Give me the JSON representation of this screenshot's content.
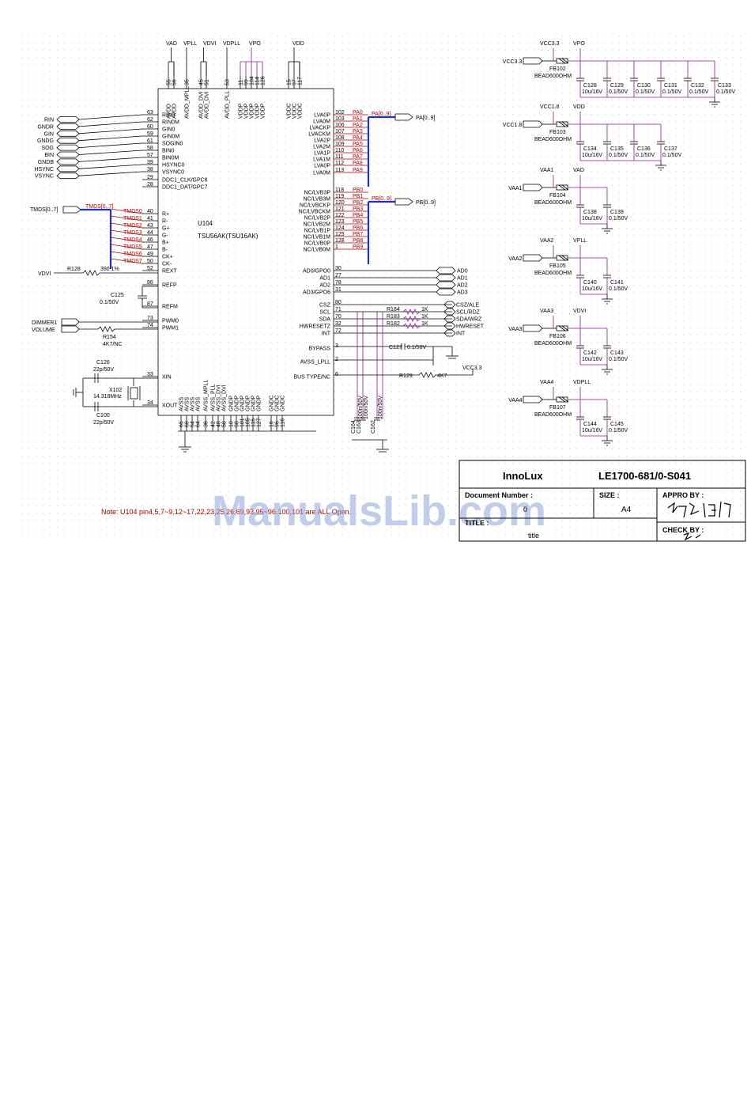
{
  "ic": {
    "ref": "U104",
    "part": "TSU56AK(TSU16AK)",
    "left_pins": [
      {
        "num": "63",
        "name": "RIN0"
      },
      {
        "num": "62",
        "name": "RIN0M"
      },
      {
        "num": "60",
        "name": "GIN0"
      },
      {
        "num": "59",
        "name": "GIN0M"
      },
      {
        "num": "61",
        "name": "SOGIN0"
      },
      {
        "num": "58",
        "name": "BIN0"
      },
      {
        "num": "57",
        "name": "BIN0M"
      },
      {
        "num": "39",
        "name": "HSYNC0"
      },
      {
        "num": "38",
        "name": "VSYNC0"
      },
      {
        "num": "29",
        "name": "DDC1_CLK/GPC6"
      },
      {
        "num": "28",
        "name": "DDC1_DAT/GPC7"
      },
      {
        "num": "40",
        "name": "R+"
      },
      {
        "num": "41",
        "name": "R-"
      },
      {
        "num": "43",
        "name": "G+"
      },
      {
        "num": "44",
        "name": "G-"
      },
      {
        "num": "46",
        "name": "B+"
      },
      {
        "num": "47",
        "name": "B-"
      },
      {
        "num": "49",
        "name": "CK+"
      },
      {
        "num": "50",
        "name": "CK-"
      },
      {
        "num": "52",
        "name": "REXT"
      },
      {
        "num": "86",
        "name": "REFP"
      },
      {
        "num": "87",
        "name": "REFM"
      },
      {
        "num": "73",
        "name": "PWM0"
      },
      {
        "num": "74",
        "name": "PWM1"
      },
      {
        "num": "33",
        "name": "XIN"
      },
      {
        "num": "34",
        "name": "XOUT"
      }
    ],
    "right_pins": [
      {
        "num": "102",
        "name": "LVA0P",
        "net": "PA0"
      },
      {
        "num": "103",
        "name": "LVA0M",
        "net": "PA1"
      },
      {
        "num": "106",
        "name": "LVACKP",
        "net": "PA2"
      },
      {
        "num": "107",
        "name": "LVACKM",
        "net": "PA3"
      },
      {
        "num": "108",
        "name": "LVA2P",
        "net": "PA4"
      },
      {
        "num": "109",
        "name": "LVA2M",
        "net": "PA5"
      },
      {
        "num": "110",
        "name": "LVA1P",
        "net": "PA6"
      },
      {
        "num": "111",
        "name": "LVA1M",
        "net": "PA7"
      },
      {
        "num": "112",
        "name": "LVA0P",
        "net": "PA8"
      },
      {
        "num": "113",
        "name": "LVA0M",
        "net": "PA9"
      },
      {
        "num": "118",
        "name": "NC/LVB3P",
        "net": "PB0"
      },
      {
        "num": "119",
        "name": "NC/LVB3M",
        "net": "PB1"
      },
      {
        "num": "120",
        "name": "NC/LVBCKP",
        "net": "PB2"
      },
      {
        "num": "121",
        "name": "NC/LVBCKM",
        "net": "PB3"
      },
      {
        "num": "122",
        "name": "NC/LVB2P",
        "net": "PB4"
      },
      {
        "num": "123",
        "name": "NC/LVB2M",
        "net": "PB5"
      },
      {
        "num": "124",
        "name": "NC/LVB1P",
        "net": "PB6"
      },
      {
        "num": "125",
        "name": "NC/LVB1M",
        "net": "PB7"
      },
      {
        "num": "128",
        "name": "NC/LVB0P",
        "net": "PB8"
      },
      {
        "num": "1",
        "name": "NC/LVB0M",
        "net": "PB9"
      },
      {
        "num": "30",
        "name": "AD0/GPO0",
        "net": "AD0"
      },
      {
        "num": "27",
        "name": "AD1",
        "net": "AD1"
      },
      {
        "num": "78",
        "name": "AD2",
        "net": "AD2"
      },
      {
        "num": "31",
        "name": "AD3/GPO6",
        "net": "AD3"
      },
      {
        "num": "80",
        "name": "CSZ",
        "net": ""
      },
      {
        "num": "71",
        "name": "SCL",
        "net": ""
      },
      {
        "num": "70",
        "name": "SDA",
        "net": ""
      },
      {
        "num": "32",
        "name": "HWRESETZ",
        "net": ""
      },
      {
        "num": "72",
        "name": "INT",
        "net": ""
      },
      {
        "num": "3",
        "name": "BYPASS",
        "net": ""
      },
      {
        "num": "2",
        "name": "AVSS_LPLL",
        "net": ""
      },
      {
        "num": "6",
        "name": "BUS TYPE/NC",
        "net": ""
      }
    ],
    "top_pins": [
      {
        "num": "55",
        "name": "AVDD"
      },
      {
        "num": "56",
        "name": "AVDD"
      },
      {
        "num": "35",
        "name": "AVDD_MPLL"
      },
      {
        "num": "45",
        "name": "AVDD_DVI"
      },
      {
        "num": "51",
        "name": "AVDD_DVI"
      },
      {
        "num": "53",
        "name": "AVDD_PLL"
      },
      {
        "num": "11",
        "name": "VDDP"
      },
      {
        "num": "99",
        "name": "VDDP"
      },
      {
        "num": "104",
        "name": "VDDP"
      },
      {
        "num": "114",
        "name": "VDDP"
      },
      {
        "num": "126",
        "name": "VDDP"
      },
      {
        "num": "15",
        "name": "VDDC"
      },
      {
        "num": "97",
        "name": "VDDC"
      },
      {
        "num": "117",
        "name": "VDDC"
      }
    ],
    "bottom_pins": [
      {
        "num": "65",
        "name": "AVSS"
      },
      {
        "num": "66",
        "name": "AVSS"
      },
      {
        "num": "54",
        "name": "AVSS"
      },
      {
        "num": "64",
        "name": "AVSS"
      },
      {
        "num": "36",
        "name": "AVSS_MPLL"
      },
      {
        "num": "42",
        "name": "AVSS_PLL"
      },
      {
        "num": "48",
        "name": "AVSS_DVI"
      },
      {
        "num": "58",
        "name": "AVSS_DVI"
      },
      {
        "num": "10",
        "name": "GNDP"
      },
      {
        "num": "98",
        "name": "GNDP"
      },
      {
        "num": "101",
        "name": "GNDP"
      },
      {
        "num": "105",
        "name": "GNDP"
      },
      {
        "num": "115",
        "name": "GNDP"
      },
      {
        "num": "127",
        "name": "GNDP"
      },
      {
        "num": "16",
        "name": "GNDC"
      },
      {
        "num": "96",
        "name": "GNDC"
      },
      {
        "num": "116",
        "name": "GNDC"
      }
    ]
  },
  "rails_top": [
    "VAD",
    "VPLL",
    "VDVI",
    "VDPLL",
    "VPO",
    "VDD"
  ],
  "left_signals": [
    "RIN",
    "GNDR",
    "GIN",
    "GNDG",
    "SOG",
    "BIN",
    "GNDB",
    "HSYNC",
    "VSYNC"
  ],
  "tmds": {
    "bus": "TMDS[0..7]",
    "bus_short": "TMDS[0..7]",
    "nets": [
      "TMDS0",
      "TMDS1",
      "TMDS2",
      "TMDS3",
      "TMDS4",
      "TMDS5",
      "TMDS6",
      "TMDS7"
    ]
  },
  "left_parts": {
    "vdvi": "VDVI",
    "r128": "R128",
    "r128_val": "390 1%",
    "c125": "C125",
    "c125_val": "0.1/50V",
    "dimmer": "DIMMER1",
    "volume": "VOLUME",
    "r154": "R154",
    "r154_val": "4K7/NC",
    "c126": "C126",
    "c126_val": "22p/50V",
    "x102": "X102",
    "x102_val": "14.318MHz",
    "c100": "C100",
    "c100_val": "22p/50V"
  },
  "bus_outputs": {
    "pa": "PA[0..9]",
    "pb": "PB[0..9]",
    "pa_label": "PA[0..9]",
    "pb_label": "PB[0..9]"
  },
  "ad_outputs": [
    "AD0",
    "AD1",
    "AD2",
    "AD3"
  ],
  "ctrl_outputs": [
    "CSZ/ALE",
    "SCL/RDZ",
    "SDA/WRZ",
    "HWRESET",
    "INT"
  ],
  "resistors_ctrl": [
    {
      "ref": "R184",
      "val": "1K"
    },
    {
      "ref": "R183",
      "val": "1K"
    },
    {
      "ref": "R182",
      "val": "1K"
    }
  ],
  "bypass": {
    "c127": "C127",
    "c127_val": "0.1/50V",
    "r129": "R129",
    "r129_val": "4K7",
    "vcc": "VCC3.3"
  },
  "bottom_caps": [
    "C164",
    "C163",
    "C162"
  ],
  "bottom_caps_val": [
    "100n/50V",
    "100n/50V",
    "100n/50V"
  ],
  "power_blocks": [
    {
      "src": "VCC3.3",
      "src_label": "VCC3.3",
      "out": "VPO",
      "fb": "FB102",
      "fb_val": "BEAD600OHM",
      "caps": [
        {
          "ref": "C128",
          "val": "10u/16V"
        },
        {
          "ref": "C129",
          "val": "0.1/50V"
        },
        {
          "ref": "C130",
          "val": "0.1/50V"
        },
        {
          "ref": "C131",
          "val": "0.1/50V"
        },
        {
          "ref": "C132",
          "val": "0.1/50V"
        },
        {
          "ref": "C133",
          "val": "0.1/50V"
        }
      ]
    },
    {
      "src": "VCC1.8",
      "src_label": "VCC1.8",
      "out": "VDD",
      "fb": "FB103",
      "fb_val": "BEAD600OHM",
      "caps": [
        {
          "ref": "C134",
          "val": "10u/16V"
        },
        {
          "ref": "C135",
          "val": "0.1/50V"
        },
        {
          "ref": "C136",
          "val": "0.1/50V"
        },
        {
          "ref": "C137",
          "val": "0.1/50V"
        }
      ]
    },
    {
      "src": "VAA1",
      "src_label": "VAA1",
      "out": "VAD",
      "fb": "FB104",
      "fb_val": "BEAD600OHM",
      "caps": [
        {
          "ref": "C138",
          "val": "10u/16V"
        },
        {
          "ref": "C139",
          "val": "0.1/50V"
        }
      ]
    },
    {
      "src": "VAA2",
      "src_label": "VAA2",
      "out": "VPLL",
      "fb": "FB105",
      "fb_val": "BEAD600OHM",
      "caps": [
        {
          "ref": "C140",
          "val": "10u/16V"
        },
        {
          "ref": "C141",
          "val": "0.1/50V"
        }
      ]
    },
    {
      "src": "VAA3",
      "src_label": "VAA3",
      "out": "VDVI",
      "fb": "FB106",
      "fb_val": "BEAD600OHM",
      "caps": [
        {
          "ref": "C142",
          "val": "10u/16V"
        },
        {
          "ref": "C143",
          "val": "0.1/50V"
        }
      ]
    },
    {
      "src": "VAA4",
      "src_label": "VAA4",
      "out": "VDPLL",
      "fb": "FB107",
      "fb_val": "BEAD600OHM",
      "caps": [
        {
          "ref": "C144",
          "val": "10u/16V"
        },
        {
          "ref": "C145",
          "val": "0.1/50V"
        }
      ]
    }
  ],
  "title_block": {
    "company": "InnoLux",
    "model": "LE1700-681/0-S041",
    "doc_number_label": "Document Number :",
    "doc_number_value": "0",
    "size_label": "SIZE :",
    "size_value": "A4",
    "appro_label": "APPRO BY :",
    "check_label": "CHECK BY :",
    "title_label": "TITLE :",
    "title_value": "title"
  },
  "note": "Note: U104 pin4,5,7~9,12~17,22,23,25,26,69,93,95~96,100,101 are ALL Open.",
  "watermark": "ManualsLib.com"
}
